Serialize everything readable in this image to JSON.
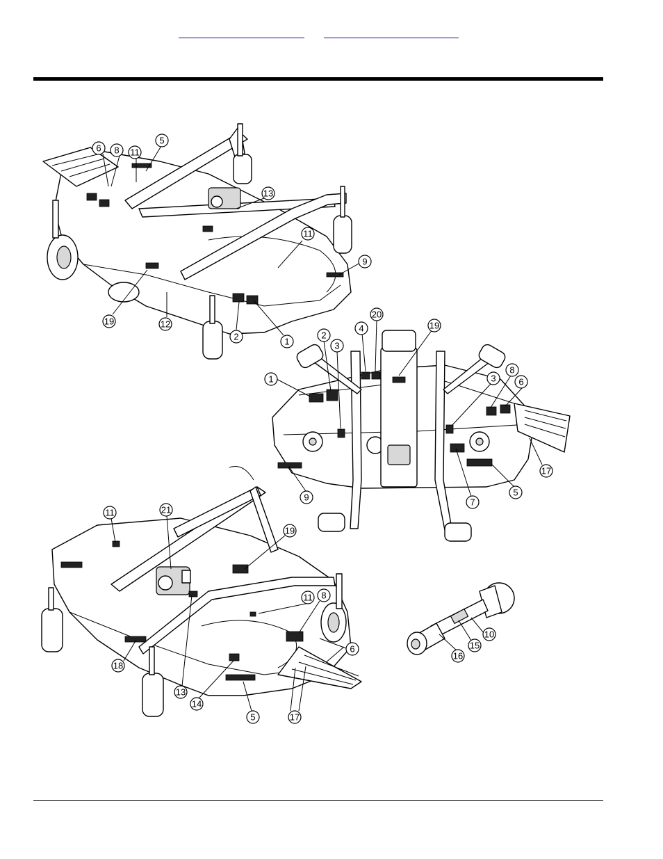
{
  "header": {
    "link_1": "",
    "link_2": ""
  },
  "colors": {
    "link": "#1a0dab",
    "rule": "#000000",
    "drawing": "#000000",
    "background": "#ffffff"
  },
  "figure": {
    "view_top": {
      "callouts": [
        "6",
        "8",
        "11",
        "5",
        "13",
        "11",
        "9",
        "19",
        "12",
        "2",
        "1"
      ]
    },
    "view_plan": {
      "callouts": [
        "4",
        "20",
        "19",
        "2",
        "3",
        "1",
        "8",
        "6",
        "3",
        "17",
        "5",
        "7",
        "9"
      ]
    },
    "view_bottom": {
      "callouts": [
        "11",
        "21",
        "19",
        "11",
        "8",
        "6",
        "18",
        "13",
        "14",
        "5",
        "17"
      ]
    },
    "view_driveline": {
      "callouts": [
        "10",
        "15",
        "16"
      ]
    }
  }
}
